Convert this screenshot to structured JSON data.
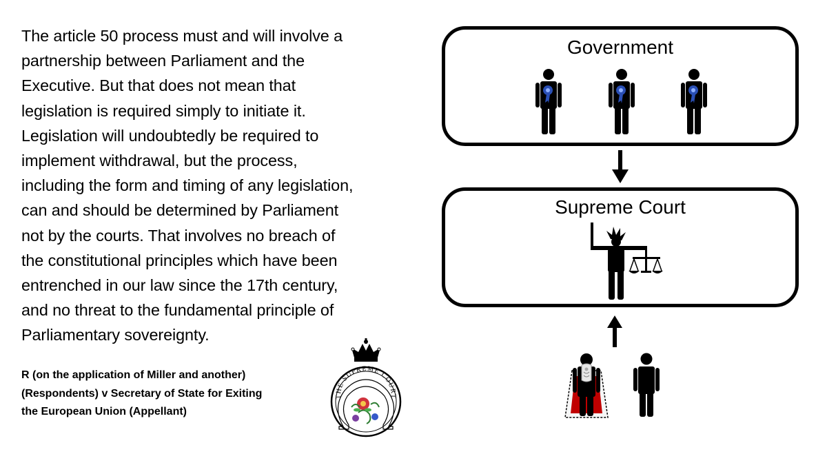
{
  "quote": {
    "lines": [
      "The article 50 process must and will involve a",
      "partnership between Parliament and the",
      "Executive. But that does not mean that",
      "legislation is required simply to initiate it.",
      "Legislation will undoubtedly be required to",
      "implement withdrawal, but the process,",
      "including the form and timing of any legislation,",
      "can and should be determined by Parliament",
      "not by the courts. That involves no breach of",
      "the constitutional principles which have been",
      "entrenched in our law since the 17th century,",
      "and no threat to the fundamental principle of",
      "Parliamentary sovereignty."
    ]
  },
  "citation": {
    "lines": [
      "R (on the application of Miller and another)",
      "(Respondents) v Secretary of State for Exiting",
      "the European Union (Appellant)"
    ]
  },
  "seal": {
    "text": "THE SUPREME COURT",
    "icon": "supreme-court-seal-icon"
  },
  "diagram": {
    "government_label": "Government",
    "court_label": "Supreme Court",
    "colors": {
      "rosette": "#2a4fb5",
      "robe_red": "#c00000",
      "stroke": "#000000"
    }
  }
}
